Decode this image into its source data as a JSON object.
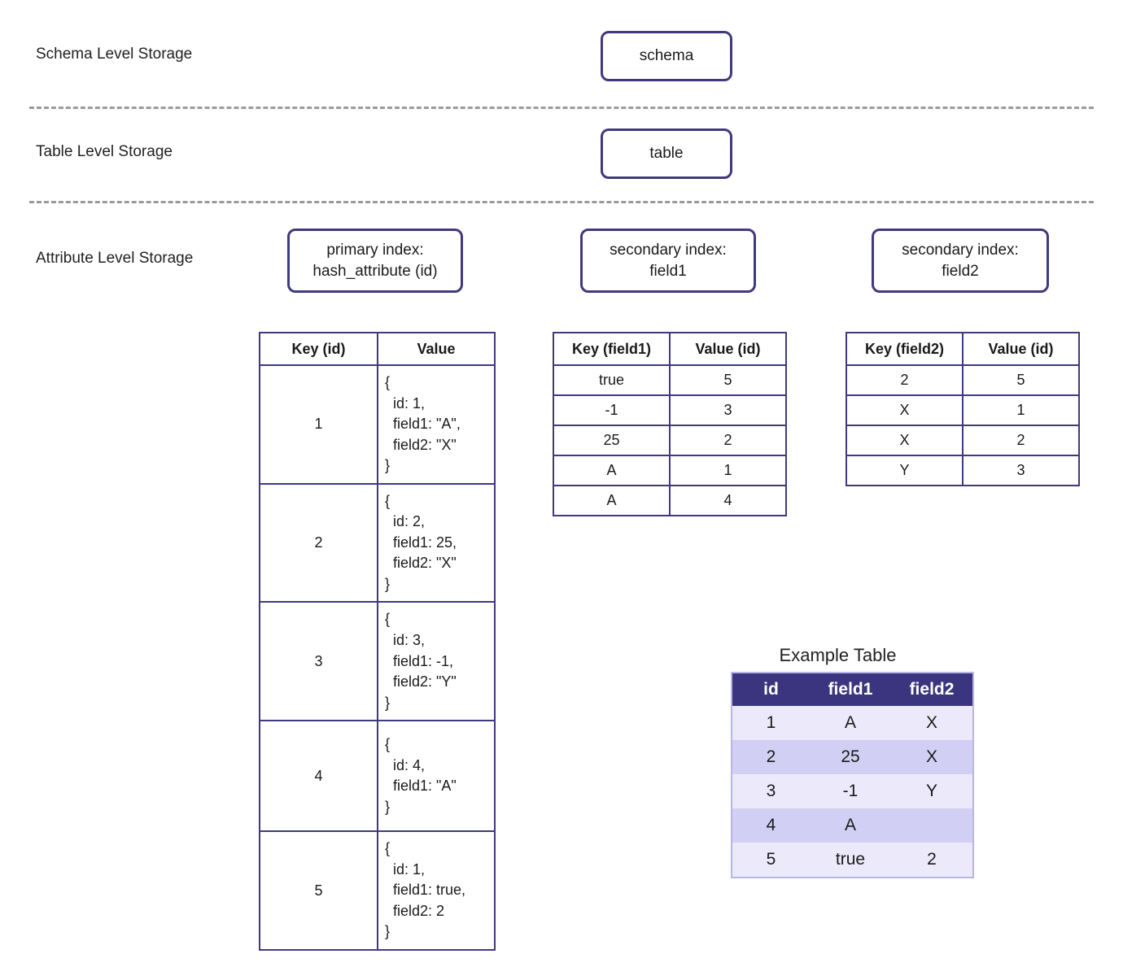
{
  "bands": {
    "schema": {
      "label": "Schema Level Storage",
      "node": "schema"
    },
    "table": {
      "label": "Table Level Storage",
      "node": "table"
    },
    "attribute": {
      "label": "Attribute Level Storage",
      "nodes": [
        {
          "line1": "primary index:",
          "line2": "hash_attribute (id)"
        },
        {
          "line1": "secondary index:",
          "line2": "field1"
        },
        {
          "line1": "secondary index:",
          "line2": "field2"
        }
      ]
    }
  },
  "primary_index": {
    "headers": [
      "Key (id)",
      "Value"
    ],
    "rows": [
      {
        "key": "1",
        "value": "{\n  id: 1,\n  field1: \"A\",\n  field2: \"X\"\n}"
      },
      {
        "key": "2",
        "value": "{\n  id: 2,\n  field1: 25,\n  field2: \"X\"\n}"
      },
      {
        "key": "3",
        "value": "{\n  id: 3,\n  field1: -1,\n  field2: \"Y\"\n}"
      },
      {
        "key": "4",
        "value": "{\n  id: 4,\n  field1: \"A\"\n}"
      },
      {
        "key": "5",
        "value": "{\n  id: 1,\n  field1: true,\n  field2: 2\n}"
      }
    ]
  },
  "secondary_index_field1": {
    "headers": [
      "Key (field1)",
      "Value (id)"
    ],
    "rows": [
      {
        "key": "true",
        "value": "5"
      },
      {
        "key": "-1",
        "value": "3"
      },
      {
        "key": "25",
        "value": "2"
      },
      {
        "key": "A",
        "value": "1"
      },
      {
        "key": "A",
        "value": "4"
      }
    ]
  },
  "secondary_index_field2": {
    "headers": [
      "Key (field2)",
      "Value (id)"
    ],
    "rows": [
      {
        "key": "2",
        "value": "5"
      },
      {
        "key": "X",
        "value": "1"
      },
      {
        "key": "X",
        "value": "2"
      },
      {
        "key": "Y",
        "value": "3"
      }
    ]
  },
  "example_table": {
    "title": "Example Table",
    "headers": [
      "id",
      "field1",
      "field2"
    ],
    "rows": [
      {
        "id": "1",
        "field1": "A",
        "field2": "X"
      },
      {
        "id": "2",
        "field1": "25",
        "field2": "X"
      },
      {
        "id": "3",
        "field1": "-1",
        "field2": "Y"
      },
      {
        "id": "4",
        "field1": "A",
        "field2": ""
      },
      {
        "id": "5",
        "field1": "true",
        "field2": "2"
      }
    ]
  },
  "colors": {
    "node_border": "#3f3a7e",
    "divider": "#9a9a9a",
    "example_header_bg": "#3b357f",
    "example_row_odd": "#eceafa",
    "example_row_even": "#d2cff4"
  }
}
